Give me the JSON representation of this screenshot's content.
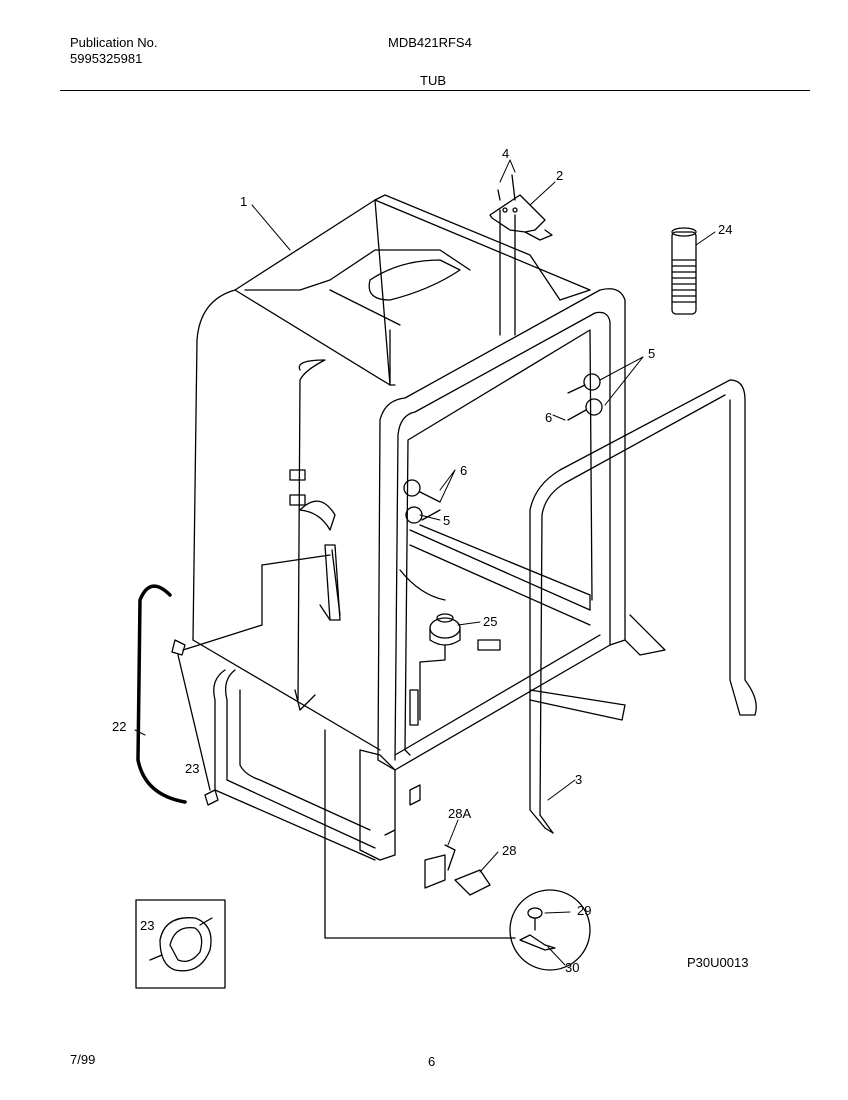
{
  "header": {
    "publication_label": "Publication No.",
    "publication_number": "5995325981",
    "model": "MDB421RFS4",
    "section": "TUB"
  },
  "callouts": {
    "c1": "1",
    "c2": "2",
    "c3": "3",
    "c4": "4",
    "c5a": "5",
    "c5b": "5",
    "c6a": "6",
    "c6b": "6",
    "c22": "22",
    "c23": "23",
    "c23b": "23",
    "c24": "24",
    "c25": "25",
    "c28": "28",
    "c28a": "28A",
    "c29": "29",
    "c30": "30"
  },
  "drawing_code": "P30U0013",
  "footer": {
    "date": "7/99",
    "page": "6"
  }
}
